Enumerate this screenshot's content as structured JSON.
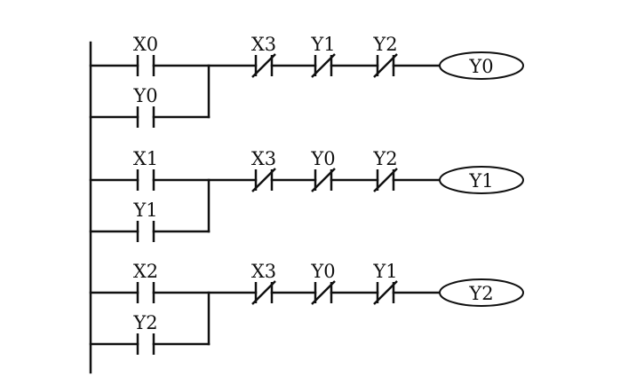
{
  "rungs": [
    {
      "start_contact": "X0",
      "seal_contact": "Y0",
      "interlocks": [
        "X3",
        "Y1",
        "Y2"
      ],
      "coil": "Y0"
    },
    {
      "start_contact": "X1",
      "seal_contact": "Y1",
      "interlocks": [
        "X3",
        "Y0",
        "Y2"
      ],
      "coil": "Y1"
    },
    {
      "start_contact": "X2",
      "seal_contact": "Y2",
      "interlocks": [
        "X3",
        "Y0",
        "Y1"
      ],
      "coil": "Y2"
    }
  ]
}
